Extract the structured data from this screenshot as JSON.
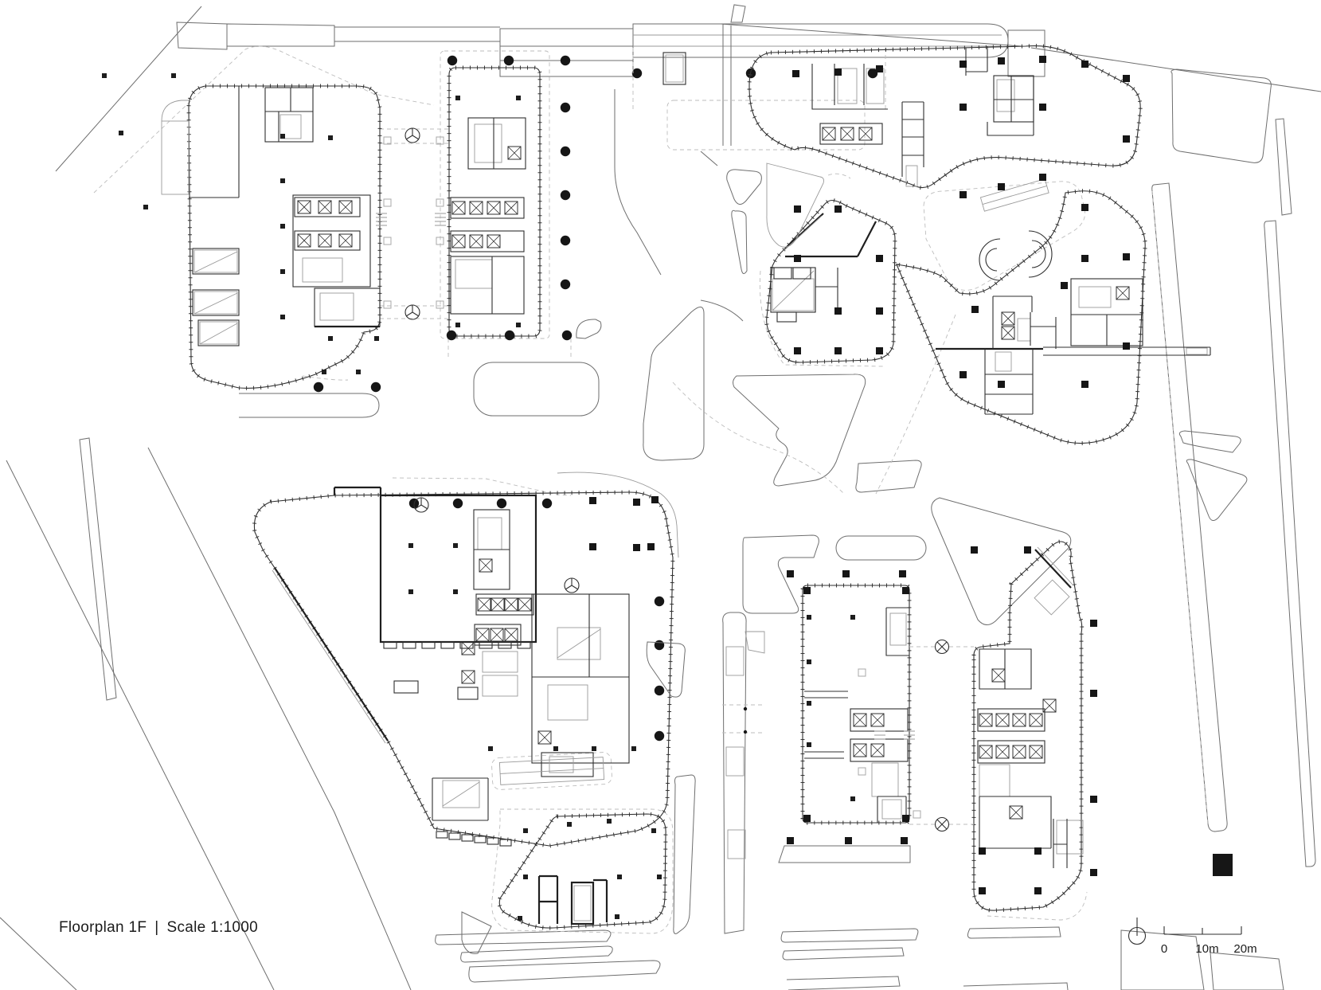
{
  "caption": {
    "title": "Floorplan 1F",
    "separator": "|",
    "scale_note": "Scale 1:1000"
  },
  "scalebar": {
    "labels": [
      "0",
      "10m",
      "20m"
    ]
  },
  "icons": {
    "compass": "north-compass-icon"
  },
  "colors": {
    "paper": "#ffffff",
    "line_dark": "#2f2f2f",
    "line_mid": "#6e6e6e",
    "line_light": "#9a9a9a",
    "dashed": "#bdbdbd",
    "solid_fill": "#161616"
  }
}
